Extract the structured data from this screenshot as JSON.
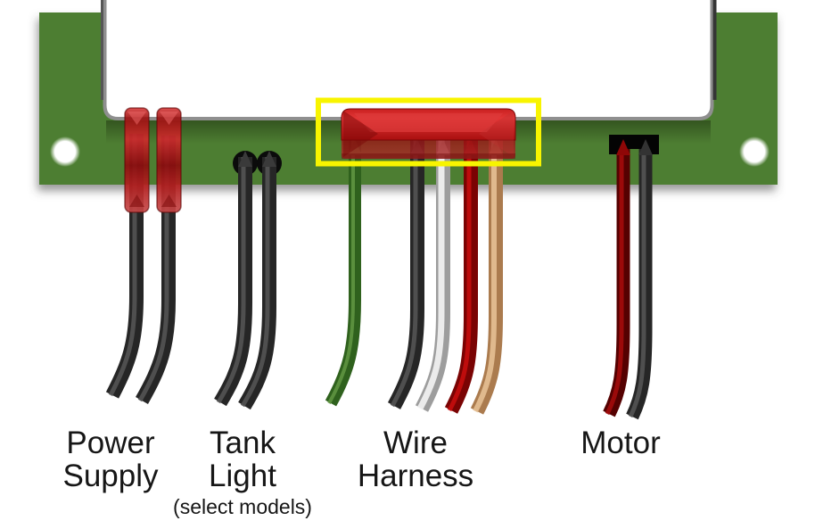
{
  "page": {
    "background_color": "#ffffff",
    "description": "Diagram of the bottom edge of a green circuit board with four wire connection points; the wire-harness connector is highlighted with a yellow rectangle."
  },
  "board": {
    "color": "#4e7e33",
    "mounting_hole_count": 2
  },
  "highlight": {
    "shape": "rectangle",
    "color": "#f8f400",
    "target": "wire-harness-connector"
  },
  "connectors": [
    {
      "id": "power-supply",
      "label": [
        "Power",
        "Supply"
      ],
      "connector_style": "two red sleeves",
      "wire_colors": [
        "black",
        "black"
      ]
    },
    {
      "id": "tank-light",
      "label": [
        "Tank",
        "Light"
      ],
      "note": "(select models)",
      "connector_style": "two black grommets",
      "wire_colors": [
        "black",
        "black"
      ]
    },
    {
      "id": "wire-harness",
      "label": [
        "Wire",
        "Harness"
      ],
      "connector_style": "red block connector",
      "highlighted": true,
      "wire_colors": [
        "green",
        "black",
        "white",
        "red",
        "tan"
      ]
    },
    {
      "id": "motor",
      "label": [
        "Motor"
      ],
      "connector_style": "black bar connector",
      "wire_colors": [
        "red",
        "black"
      ]
    }
  ],
  "colors": {
    "board_green": "#4e7e33",
    "cutout_white": "#ffffff",
    "highlight_yellow": "#f8f400",
    "label_text": "#161616",
    "black_wire_outer": "#262626",
    "black_wire_inner": "#545454",
    "green_wire_outer": "#2f611d",
    "green_wire_inner": "#5f9441",
    "white_wire_outer": "#9d9d9d",
    "white_wire_inner": "#f4f4f4",
    "red_wire_outer": "#7a0303",
    "red_wire_inner": "#c60d0d",
    "tan_wire_outer": "#ab7b4e",
    "tan_wire_inner": "#e6c094",
    "motor_red_outer": "#550101",
    "motor_red_inner": "#a30c0c",
    "tank_grommet_black": "#0b0b0b",
    "motor_connector_black": "#040404",
    "hole_white": "#ffffff"
  }
}
